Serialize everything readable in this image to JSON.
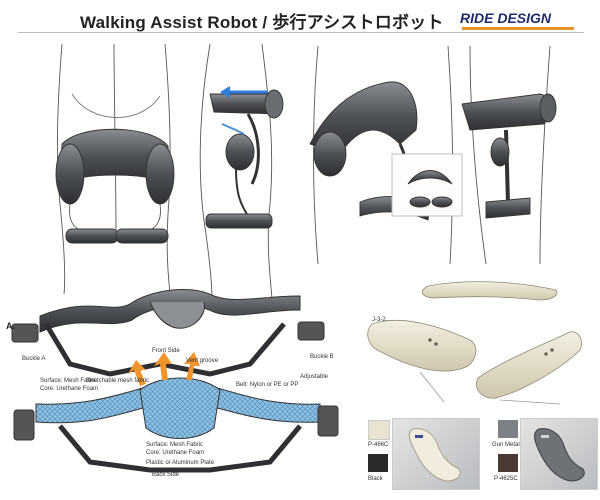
{
  "header": {
    "title": "Walking Assist Robot / 歩行アシストロボット",
    "brand": "RIDE DESIGN"
  },
  "section_a": {
    "label": "A.",
    "front_side": "Front Side",
    "back_side": "Back Side",
    "buckle_a": "Buckle A",
    "buckle_b": "Buckle B",
    "vent_groove": "Vent groove",
    "stretchable_mesh": "Stretchable mesh fabric",
    "surface_mesh_fabric": "Surface: Mesh Fabric",
    "core_urethane_foam": "Core: Urethane Foam",
    "plastic_plate": "Plastic or Aluminum Plate",
    "belt": "Belt: Nylon or PE or PP",
    "adjustable": "Adjustable"
  },
  "section_j": {
    "label": "J-3-2."
  },
  "swatches": {
    "left_top": "P-466C",
    "left_bottom": "Black",
    "right_top": "Gun Metallic",
    "right_bottom": "P-4625C",
    "colors": {
      "cream": "#e9e4d2",
      "black": "#2b2b2b",
      "gun_metallic": "#7d8084",
      "brown": "#4a3a33"
    }
  }
}
